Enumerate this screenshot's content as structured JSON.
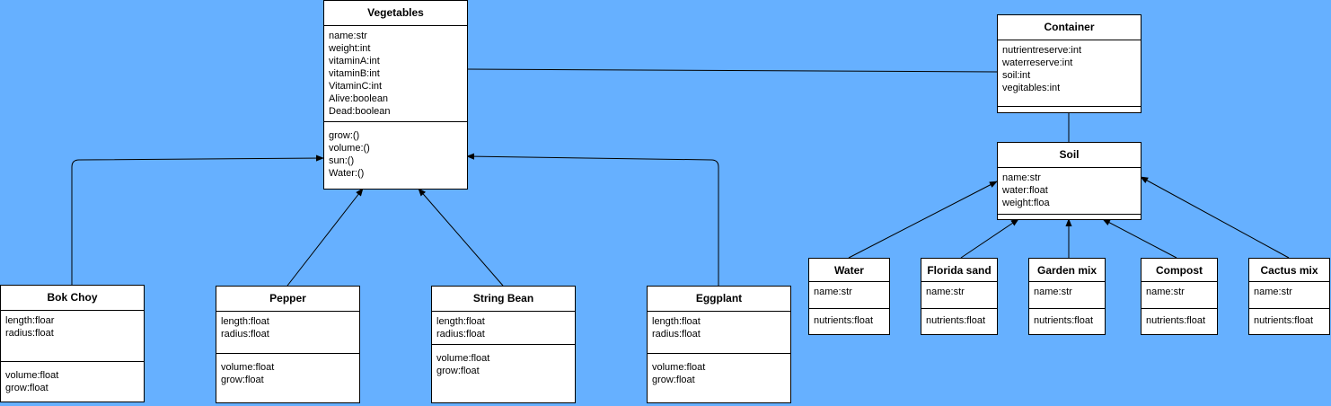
{
  "colors": {
    "background": "#66b0ff",
    "box_fill": "#ffffff",
    "stroke": "#000000"
  },
  "classes": {
    "vegetables": {
      "name": "Vegetables",
      "attributes": [
        "name:str",
        "weight:int",
        "vitaminA:int",
        "vitaminB:int",
        "VitaminC:int",
        "Alive:boolean",
        "Dead:boolean"
      ],
      "methods": [
        "grow:()",
        "volume:()",
        "sun:()",
        "Water:()"
      ]
    },
    "container": {
      "name": "Container",
      "attributes": [
        "nutrientreserve:int",
        "waterreserve:int",
        "soil:int",
        "vegitables:int"
      ],
      "methods": []
    },
    "soil": {
      "name": "Soil",
      "attributes": [
        "name:str",
        "water:float",
        "weight:floa"
      ],
      "methods": []
    },
    "bok_choy": {
      "name": "Bok Choy",
      "attributes": [
        "length:floar",
        "radius:float"
      ],
      "methods": [
        "volume:float",
        "grow:float"
      ]
    },
    "pepper": {
      "name": "Pepper",
      "attributes": [
        "length:float",
        "radius:float"
      ],
      "methods": [
        "volume:float",
        "grow:float"
      ]
    },
    "string_bean": {
      "name": "String Bean",
      "attributes": [
        "length:float",
        "radius:float"
      ],
      "methods": [
        "volume:float",
        "grow:float"
      ]
    },
    "eggplant": {
      "name": "Eggplant",
      "attributes": [
        "length:float",
        "radius:float"
      ],
      "methods": [
        "volume:float",
        "grow:float"
      ]
    },
    "water": {
      "name": "Water",
      "attributes": [
        "name:str"
      ],
      "methods": [
        "nutrients:float"
      ]
    },
    "florida_sand": {
      "name": "Florida sand",
      "attributes": [
        "name:str"
      ],
      "methods": [
        "nutrients:float"
      ]
    },
    "garden_mix": {
      "name": "Garden mix",
      "attributes": [
        "name:str"
      ],
      "methods": [
        "nutrients:float"
      ]
    },
    "compost": {
      "name": "Compost",
      "attributes": [
        "name:str"
      ],
      "methods": [
        "nutrients:float"
      ]
    },
    "cactus_mix": {
      "name": "Cactus mix",
      "attributes": [
        "name:str"
      ],
      "methods": [
        "nutrients:float"
      ]
    }
  },
  "relationships": [
    {
      "from": "bok_choy",
      "to": "vegetables",
      "type": "inheritance"
    },
    {
      "from": "pepper",
      "to": "vegetables",
      "type": "inheritance"
    },
    {
      "from": "string_bean",
      "to": "vegetables",
      "type": "inheritance"
    },
    {
      "from": "eggplant",
      "to": "vegetables",
      "type": "inheritance"
    },
    {
      "from": "vegetables",
      "to": "container",
      "type": "association"
    },
    {
      "from": "container",
      "to": "soil",
      "type": "association"
    },
    {
      "from": "water",
      "to": "soil",
      "type": "inheritance"
    },
    {
      "from": "florida_sand",
      "to": "soil",
      "type": "inheritance"
    },
    {
      "from": "garden_mix",
      "to": "soil",
      "type": "inheritance"
    },
    {
      "from": "compost",
      "to": "soil",
      "type": "inheritance"
    },
    {
      "from": "cactus_mix",
      "to": "soil",
      "type": "inheritance"
    }
  ]
}
